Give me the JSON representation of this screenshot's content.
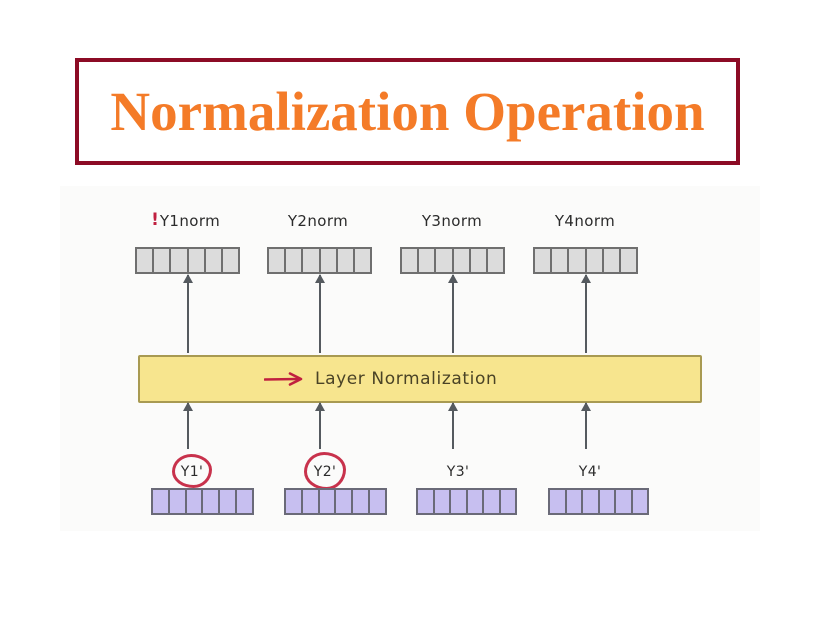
{
  "slide": {
    "title": "Normalization Operation",
    "title_color": "#F47B28",
    "title_border_color": "#8C0B25",
    "background": "#FFFFFF"
  },
  "diagram": {
    "type": "layer-normalization-flow",
    "background": "#FBFBFA",
    "outputs": {
      "cell_count": 6,
      "fill_color": "#DCDCDC",
      "border_color": "#6F6F6F",
      "items": [
        {
          "label": "Y1norm",
          "annotation": "!",
          "annotation_color": "#C0203F"
        },
        {
          "label": "Y2norm"
        },
        {
          "label": "Y3norm"
        },
        {
          "label": "Y4norm"
        }
      ]
    },
    "operation": {
      "label": "Layer Normalization",
      "fill_color": "#F7E58E",
      "border_color": "#A89A52",
      "pointer_arrow_color": "#C0203F",
      "pointer_arrow_name": "red-arrow"
    },
    "inputs": {
      "cell_count": 6,
      "fill_color": "#C7BFF0",
      "border_color": "#6A6A78",
      "highlight_color": "#C8324C",
      "items": [
        {
          "label": "Y1'",
          "circled": true
        },
        {
          "label": "Y2'",
          "circled": true
        },
        {
          "label": "Y3'",
          "circled": false
        },
        {
          "label": "Y4'",
          "circled": false
        }
      ]
    },
    "arrow_color": "#555A5F"
  }
}
